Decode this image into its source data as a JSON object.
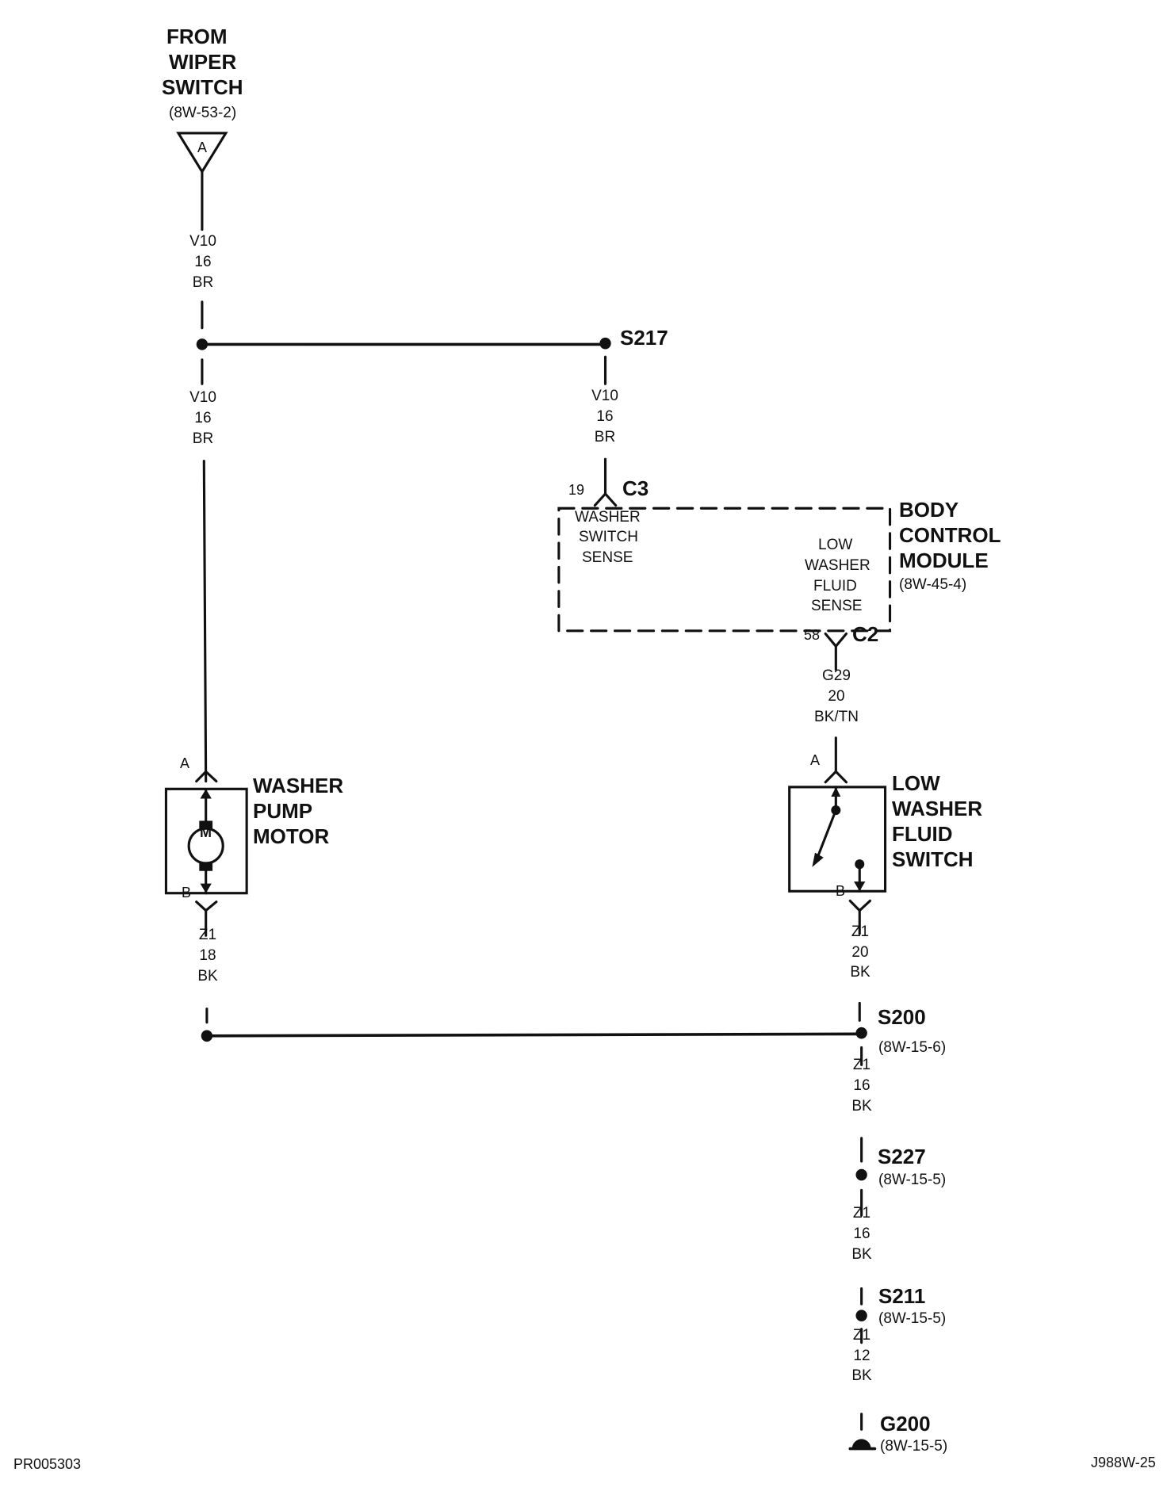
{
  "source": {
    "title_lines": [
      "FROM",
      "WIPER",
      "SWITCH"
    ],
    "ref": "(8W-53-2)",
    "connector_letter": "A"
  },
  "wires": {
    "v10_top": {
      "circuit": "V10",
      "gauge": "16",
      "color": "BR"
    },
    "v10_left": {
      "circuit": "V10",
      "gauge": "16",
      "color": "BR"
    },
    "v10_right": {
      "circuit": "V10",
      "gauge": "16",
      "color": "BR"
    },
    "g29": {
      "circuit": "G29",
      "gauge": "20",
      "color": "BK/TN"
    },
    "z1_pump": {
      "circuit": "Z1",
      "gauge": "18",
      "color": "BK"
    },
    "z1_switch": {
      "circuit": "Z1",
      "gauge": "20",
      "color": "BK"
    },
    "z1_s200_s227": {
      "circuit": "Z1",
      "gauge": "16",
      "color": "BK"
    },
    "z1_s227_s211": {
      "circuit": "Z1",
      "gauge": "16",
      "color": "BK"
    },
    "z1_s211_g200": {
      "circuit": "Z1",
      "gauge": "12",
      "color": "BK"
    }
  },
  "splices": {
    "s217": {
      "name": "S217"
    },
    "s200": {
      "name": "S200",
      "ref": "(8W-15-6)"
    },
    "s227": {
      "name": "S227",
      "ref": "(8W-15-5)"
    },
    "s211": {
      "name": "S211",
      "ref": "(8W-15-5)"
    }
  },
  "ground": {
    "name": "G200",
    "ref": "(8W-15-5)"
  },
  "bcm": {
    "title_lines": [
      "BODY",
      "CONTROL",
      "MODULE"
    ],
    "ref": "(8W-45-4)",
    "c3": {
      "pin": "19",
      "connector": "C3",
      "sense_lines": [
        "WASHER",
        "SWITCH",
        "SENSE"
      ]
    },
    "c2": {
      "pin": "58",
      "connector": "C2",
      "sense_lines": [
        "LOW",
        "WASHER",
        "FLUID",
        "SENSE"
      ]
    }
  },
  "pump": {
    "title_lines": [
      "WASHER",
      "PUMP",
      "MOTOR"
    ],
    "pin_top": "A",
    "pin_bottom": "B",
    "symbol": "M"
  },
  "fluid_switch": {
    "title_lines": [
      "LOW",
      "WASHER",
      "FLUID",
      "SWITCH"
    ],
    "pin_top": "A",
    "pin_bottom": "B"
  },
  "footer": {
    "left_code": "PR005303",
    "right_code": "J988W-25"
  }
}
